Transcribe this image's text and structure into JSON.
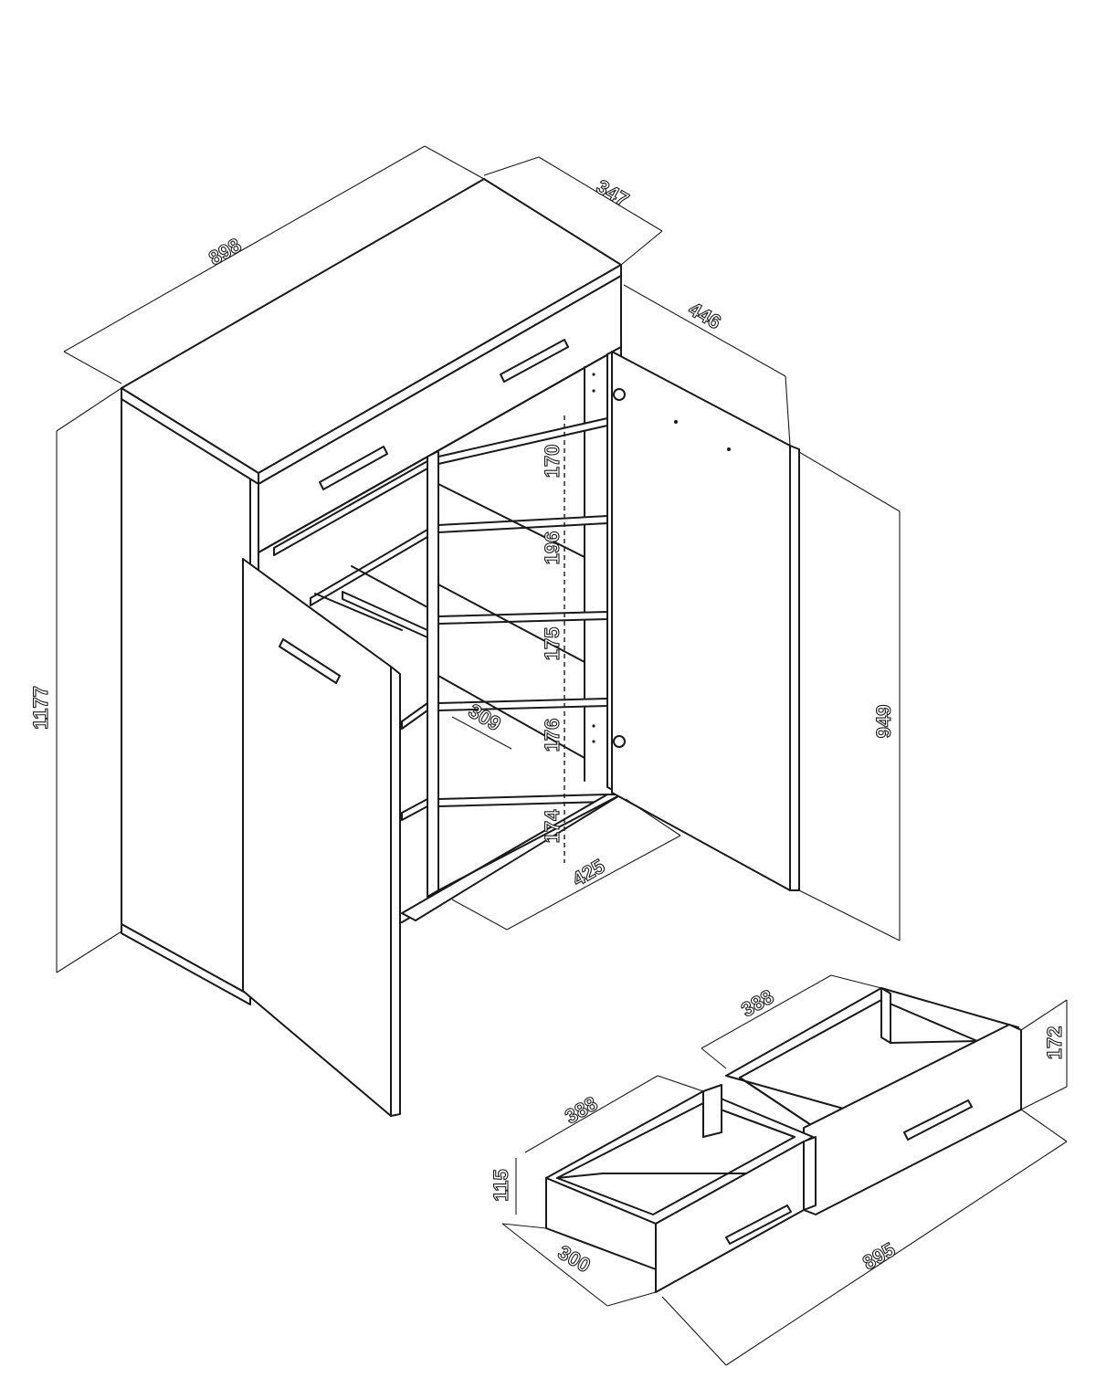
{
  "dimensions": {
    "overall_width": "898",
    "top_depth": "347",
    "door_width": "446",
    "overall_height": "1177",
    "door_height": "949",
    "shelf_1": "170",
    "shelf_2": "196",
    "shelf_3": "175",
    "shelf_4": "176",
    "shelf_5": "174",
    "shelf_depth": "309",
    "inner_width": "425",
    "drawer_front_width": "895",
    "drawer_front_height": "172",
    "drawer_depth": "388",
    "drawer_box_depth": "388",
    "drawer_box_height": "115",
    "drawer_box_width": "300"
  }
}
